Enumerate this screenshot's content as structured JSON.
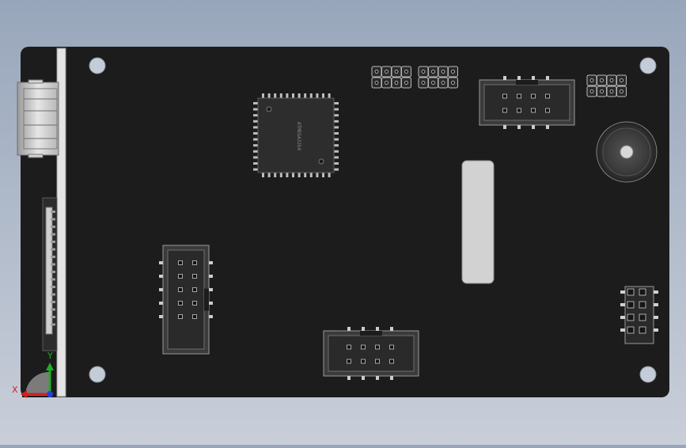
{
  "viewport": {
    "background_top": "#98a6bb",
    "background_bottom": "#c9ced9"
  },
  "board": {
    "color": "#1d1c1d",
    "edge_strip_color": "#e4e4e4",
    "chip_marking": "ATMEGA32U4",
    "label_panel_color": "#d2d2d2"
  },
  "triad": {
    "x_label": "X",
    "y_label": "Y",
    "x_color": "#d21f1f",
    "y_color": "#1fae2a",
    "z_color": "#2840d8"
  }
}
